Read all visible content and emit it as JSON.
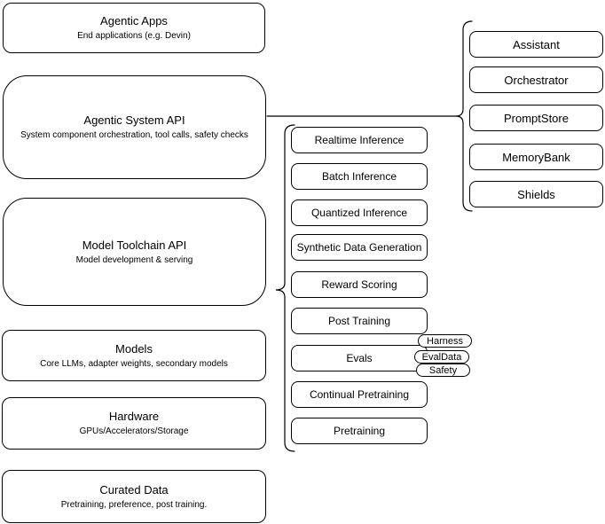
{
  "diagram": {
    "left_stack": [
      {
        "title": "Agentic Apps",
        "subtitle": "End applications (e.g. Devin)"
      },
      {
        "title": "Agentic System API",
        "subtitle": "System component orchestration, tool calls, safety checks"
      },
      {
        "title": "Model Toolchain API",
        "subtitle": "Model development & serving"
      },
      {
        "title": "Models",
        "subtitle": "Core LLMs, adapter weights, secondary models"
      },
      {
        "title": "Hardware",
        "subtitle": "GPUs/Accelerators/Storage"
      },
      {
        "title": "Curated Data",
        "subtitle": "Pretraining, preference, post training."
      }
    ],
    "toolchain_items": [
      "Realtime Inference",
      "Batch Inference",
      "Quantized Inference",
      "Synthetic Data Generation",
      "Reward Scoring",
      "Post Training",
      "Evals",
      "Continual Pretraining",
      "Pretraining"
    ],
    "eval_tags": [
      "Harness",
      "EvalData",
      "Safety"
    ],
    "system_components": [
      "Assistant",
      "Orchestrator",
      "PromptStore",
      "MemoryBank",
      "Shields"
    ],
    "colors": {
      "stroke": "#000000",
      "fill": "#ffffff",
      "text": "#000000"
    }
  }
}
